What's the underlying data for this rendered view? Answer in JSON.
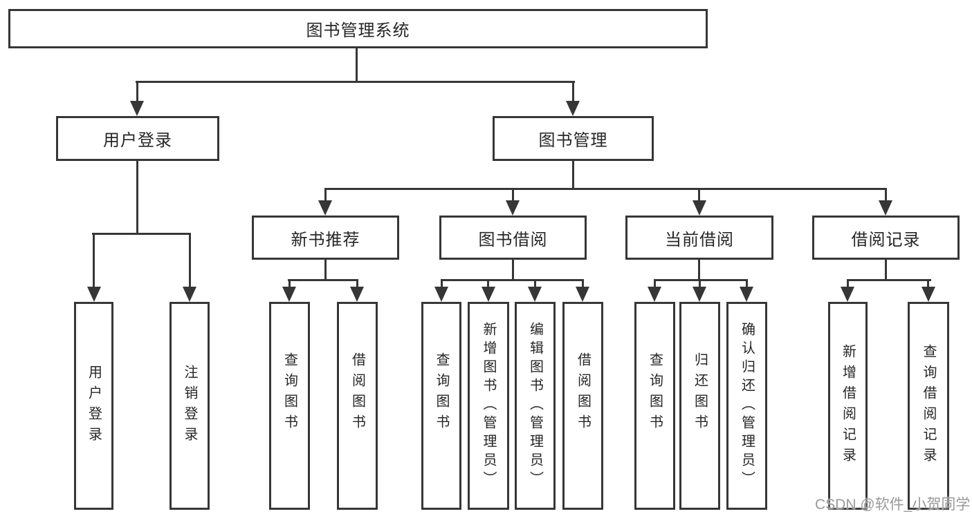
{
  "nodes": {
    "root": "图书管理系统",
    "level2": {
      "user_login": "用户登录",
      "book_management": "图书管理"
    },
    "level3": {
      "new_book_recommend": "新书推荐",
      "book_borrow": "图书借阅",
      "current_borrow": "当前借阅",
      "borrow_records": "借阅记录"
    },
    "leaves": {
      "user_login": "用户登录",
      "logout": "注销登录",
      "nb_query_books": "查询图书",
      "nb_borrow_books": "借阅图书",
      "bb_query_books": "查询图书",
      "bb_add_books_admin": "新增图书（管理员）",
      "bb_edit_books_admin": "编辑图书（管理员）",
      "bb_borrow_books": "借阅图书",
      "cb_query_books": "查询图书",
      "cb_return_books": "归还图书",
      "cb_confirm_return_admin": "确认归还（管理员）",
      "br_add_record": "新增借阅记录",
      "br_query_record": "查询借阅记录"
    }
  },
  "watermark": {
    "text": "CSDN @软件_小贺同学"
  },
  "colors": {
    "line": "#363636",
    "text": "#262626",
    "watermark": "#949494",
    "background": "#ffffff"
  }
}
